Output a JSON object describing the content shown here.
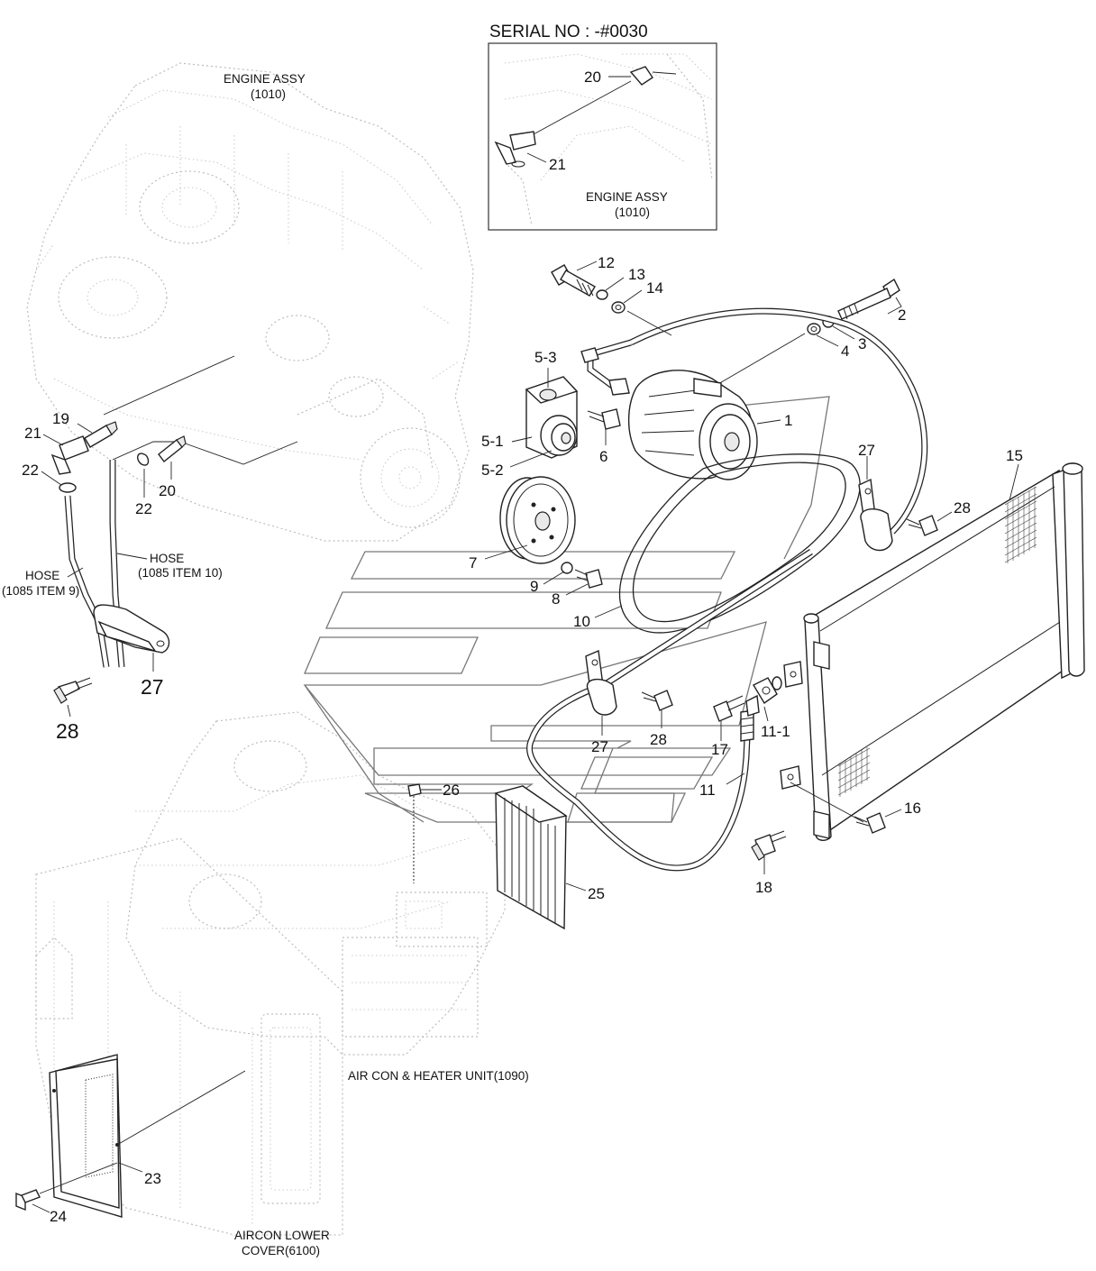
{
  "serial_note": "SERIAL NO : -#0030",
  "captions": {
    "engine_assy": "ENGINE ASSY",
    "engine_assy_ref": "(1010)",
    "inset_engine_assy": "ENGINE ASSY",
    "inset_engine_assy_ref": "(1010)",
    "hose_item10": "HOSE",
    "hose_item10_ref": "(1085 ITEM 10)",
    "hose_item9": "HOSE",
    "hose_item9_ref": "(1085 ITEM 9)",
    "aircon_heater": "AIR CON & HEATER UNIT(1090)",
    "lower_cover": "AIRCON LOWER",
    "lower_cover_ref": "COVER(6100)"
  },
  "callouts": {
    "p1": "1",
    "p2": "2",
    "p3": "3",
    "p4": "4",
    "p5_1": "5-1",
    "p5_2": "5-2",
    "p5_3": "5-3",
    "p6": "6",
    "p7": "7",
    "p8": "8",
    "p9": "9",
    "p10": "10",
    "p11": "11",
    "p11_1": "11-1",
    "p12": "12",
    "p13": "13",
    "p14": "14",
    "p15": "15",
    "p16": "16",
    "p17": "17",
    "p18": "18",
    "p19": "19",
    "p20_inset": "20",
    "p20": "20",
    "p21_inset": "21",
    "p21": "21",
    "p22a": "22",
    "p22b": "22",
    "p23": "23",
    "p24": "24",
    "p25": "25",
    "p26": "26",
    "p27_top": "27",
    "p27_mid": "27",
    "p27_left": "27",
    "p28_right": "28",
    "p28_mid": "28",
    "p28_left": "28"
  }
}
